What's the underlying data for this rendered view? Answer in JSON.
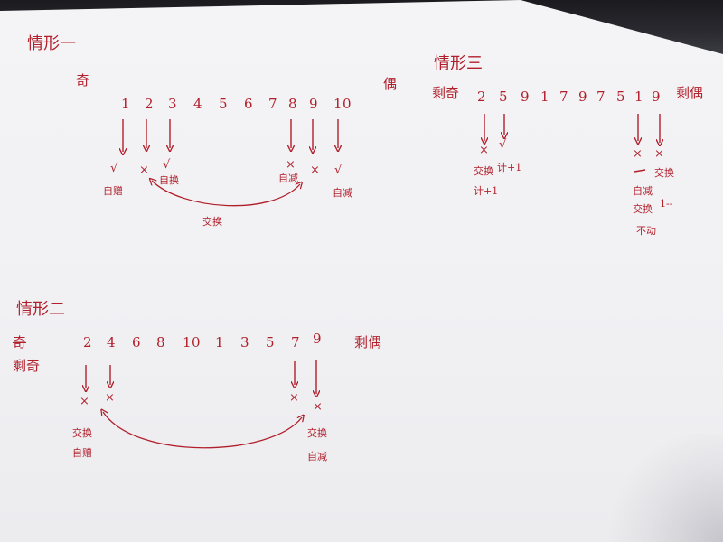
{
  "scene": {
    "type": "handwritten-notes-photo",
    "ink_color": "#b11f2b",
    "paper_color": "#f1f1f4",
    "background_color": "#1b1b1f"
  },
  "case1": {
    "heading": "情形一",
    "left_label": "奇",
    "right_label": "偶",
    "numbers": [
      "1",
      "2",
      "3",
      "4",
      "5",
      "6",
      "7",
      "8",
      "9",
      "10"
    ],
    "marks": {
      "v1": "√",
      "x2": "×",
      "v3": "√",
      "x8": "×",
      "x9": "×",
      "v10": "√"
    },
    "labels": {
      "zengsong": "自赠",
      "zhihuan_left": "自换",
      "jiaohuan_right": "自减",
      "zijian": "自减",
      "jiaohuan_arc": "交换"
    }
  },
  "case2": {
    "heading": "情形二",
    "left_label_struck": "奇",
    "left_label": "剩奇",
    "right_label": "剩偶",
    "numbers": [
      "2",
      "4",
      "6",
      "8",
      "10",
      "1",
      "3",
      "5",
      "7",
      "9"
    ],
    "marks": {
      "x2": "×",
      "x4": "×",
      "x7": "×",
      "x9": "×"
    },
    "labels": {
      "jiaohuan_left": "交换",
      "zizeng": "自赠",
      "jiaohuan_right": "交换",
      "zijian": "自减"
    }
  },
  "case3": {
    "heading": "情形三",
    "left_label": "剩奇",
    "right_label": "剩偶",
    "numbers": [
      "2",
      "5",
      "9",
      "1",
      "7",
      "9",
      "7",
      "5",
      "1",
      "9"
    ],
    "marks": {
      "x_a": "×",
      "v_a": "√",
      "x_b": "×",
      "x_c": "×"
    },
    "labels": {
      "jiaohuan_left": "交换",
      "count_1": "计+1",
      "count_2": "计+1",
      "jiaohuan_right": "交换",
      "zijian": "自减",
      "zhihuan": "交换",
      "minus1": "1--",
      "budong": "不动"
    }
  }
}
